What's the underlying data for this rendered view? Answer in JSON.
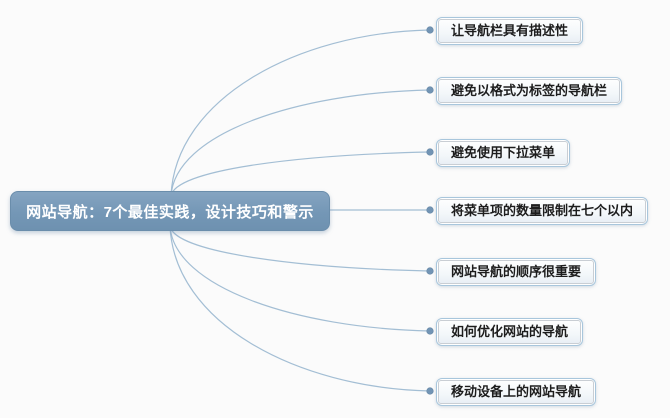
{
  "diagram": {
    "type": "mindmap",
    "background": "#fbfbfb",
    "root": {
      "label": "网站导航：7个最佳实践，设计技巧和警示",
      "fill_top": "#85a4c1",
      "fill_bottom": "#6e91b0",
      "text_color": "#ffffff"
    },
    "branches": [
      {
        "label": "让导航栏具有描述性"
      },
      {
        "label": "避免以格式为标签的导航栏"
      },
      {
        "label": "避免使用下拉菜单"
      },
      {
        "label": "将菜单项的数量限制在七个以内"
      },
      {
        "label": "网站导航的顺序很重要"
      },
      {
        "label": "如何优化网站的导航"
      },
      {
        "label": "移动设备上的网站导航"
      }
    ],
    "connector": {
      "line_color": "#a3bed4",
      "dot_color": "#7294b4"
    },
    "branch_style": {
      "border_color": "#a8c6dc",
      "inner_border_color": "#c9ced4",
      "text_color": "#1d1d1d"
    }
  }
}
